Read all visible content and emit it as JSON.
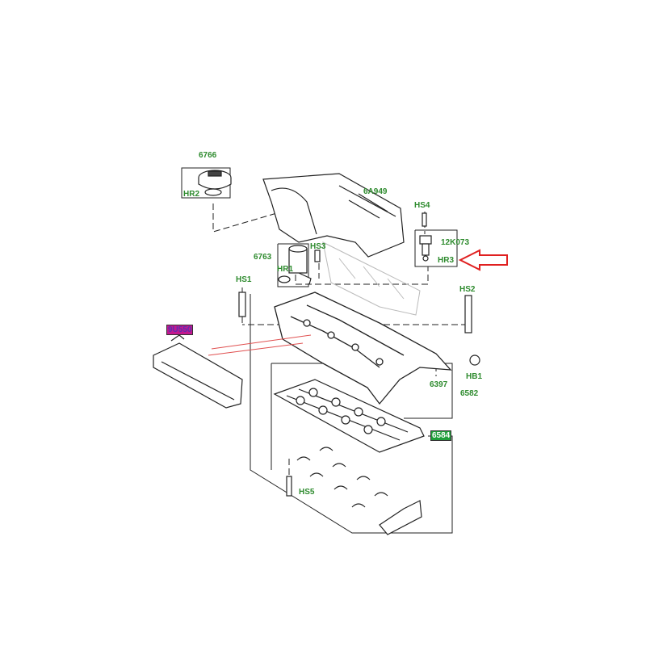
{
  "colors": {
    "label": "#2e8b2e",
    "line": "#222222",
    "magenta_box_bg": "#c2188f",
    "magenta_box_text": "#5a2fb0",
    "green_box_bg": "#1f9e3a",
    "green_box_text": "#ffffff",
    "arrow": "#e02020",
    "leader_red": "#e05050"
  },
  "labels": {
    "p6766": "6766",
    "hr2": "HR2",
    "p6a949": "6A949",
    "hs4": "HS4",
    "p12k073": "12K073",
    "hr3": "HR3",
    "p6763": "6763",
    "hs3": "HS3",
    "hr1": "HR1",
    "hs1": "HS1",
    "hs2": "HS2",
    "p9u550": "9U550",
    "hb1": "HB1",
    "p6397": "6397",
    "p6582": "6582",
    "p6584": "6584",
    "hs5": "HS5"
  },
  "icons": {
    "arrow": "red-outline-arrow-icon"
  }
}
